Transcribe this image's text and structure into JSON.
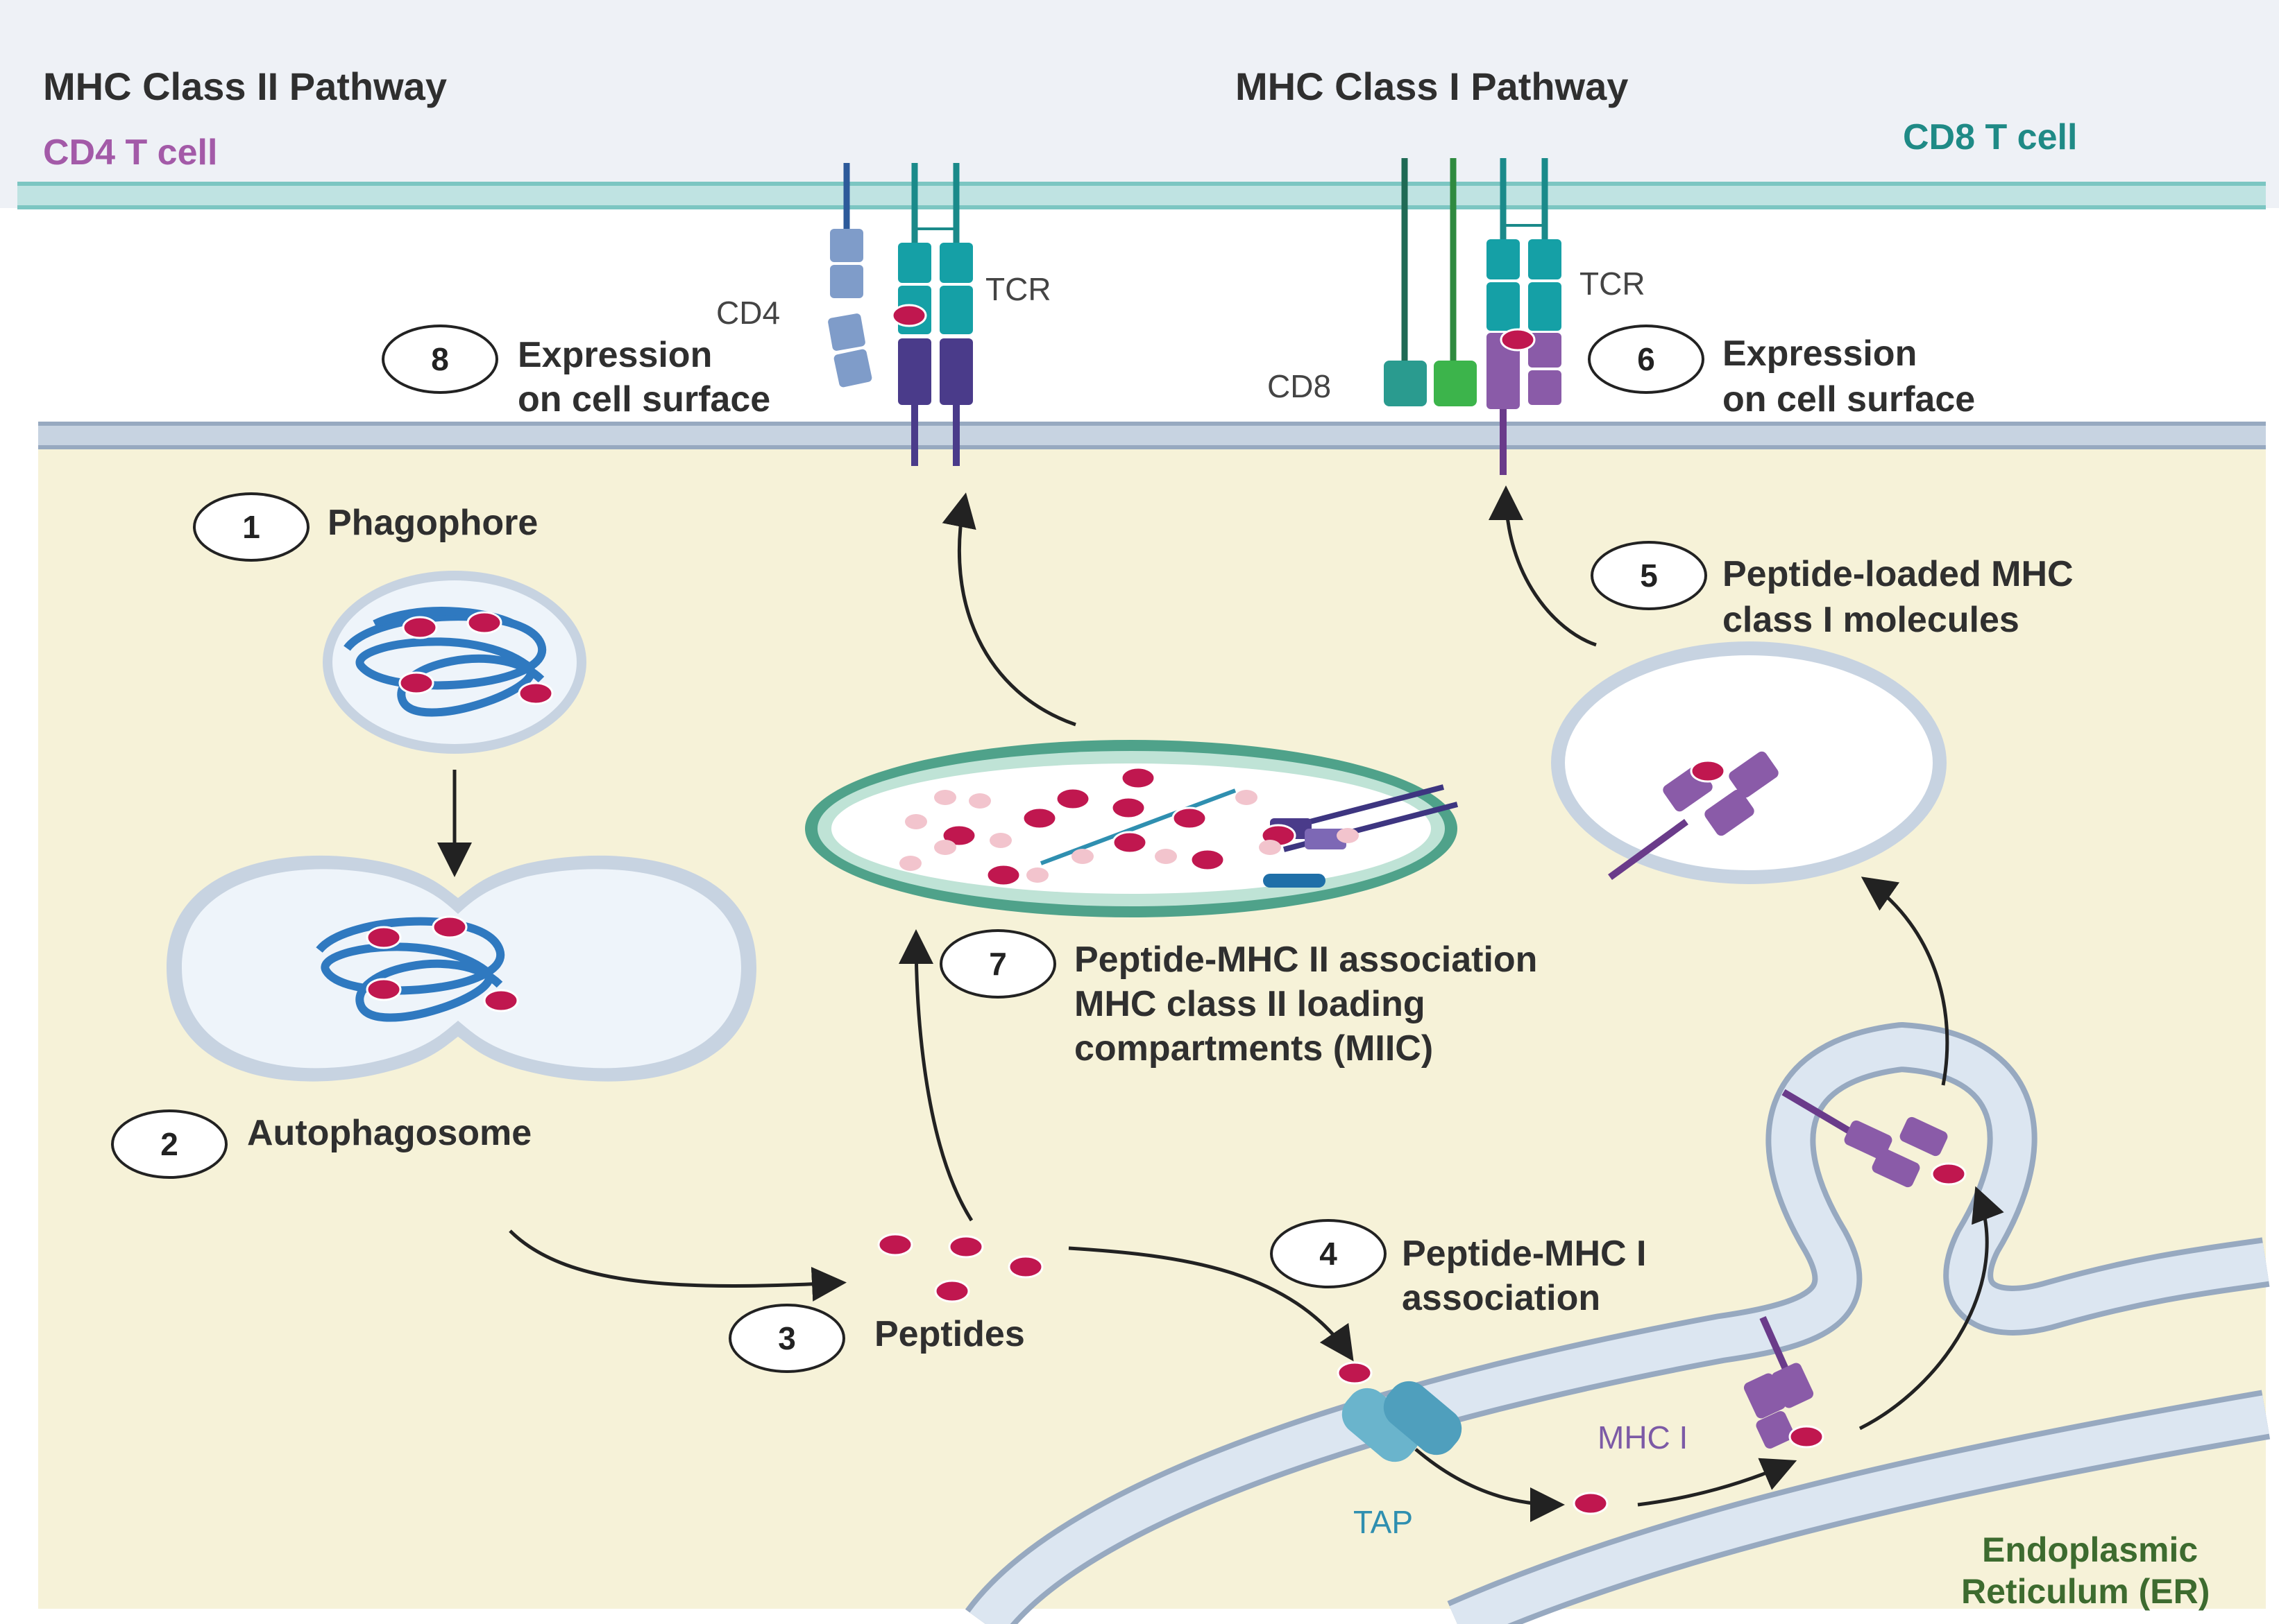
{
  "titles": {
    "left_pathway": "MHC Class II Pathway",
    "right_pathway": "MHC Class I Pathway",
    "cd4_cell": "CD4 T cell",
    "cd8_cell": "CD8 T cell"
  },
  "labels": {
    "cd4": "CD4",
    "tcr_left": "TCR",
    "tcr_right": "TCR",
    "cd8": "CD8",
    "tap": "TAP",
    "mhc_i": "MHC I",
    "er_line1": "Endoplasmic",
    "er_line2": "Reticulum (ER)"
  },
  "steps": [
    {
      "number": "1",
      "line1": "Phagophore",
      "line2": "",
      "line3": ""
    },
    {
      "number": "2",
      "line1": "Autophagosome",
      "line2": "",
      "line3": ""
    },
    {
      "number": "3",
      "line1": "Peptides",
      "line2": "",
      "line3": ""
    },
    {
      "number": "4",
      "line1": "Peptide-MHC I",
      "line2": "association",
      "line3": ""
    },
    {
      "number": "5",
      "line1": "Peptide-loaded MHC",
      "line2": "class I molecules",
      "line3": ""
    },
    {
      "number": "6",
      "line1": "Expression",
      "line2": "on cell surface",
      "line3": ""
    },
    {
      "number": "7",
      "line1": "Peptide-MHC II association",
      "line2": "MHC class II loading",
      "line3": "compartments (MIIC)"
    },
    {
      "number": "8",
      "line1": "Expression",
      "line2": "on cell surface",
      "line3": ""
    }
  ],
  "colors": {
    "cytoplasm": "#f6f2d8",
    "membrane": "#b8c8dc",
    "vesicle_fill": "#eef4fa",
    "peptide": "#c0174f",
    "teal": "#15a0a6",
    "purple": "#8a5ba8",
    "dark_purple": "#4a3b8a",
    "cd4_blue": "#7f9cc9",
    "cd4_text": "#a35aa8",
    "cd8_text": "#1f8a86",
    "er_text": "#3d6b2f",
    "tap_text": "#2f8fb0",
    "mhc_text": "#7c5aa6",
    "miic_border": "#4fa28a"
  }
}
